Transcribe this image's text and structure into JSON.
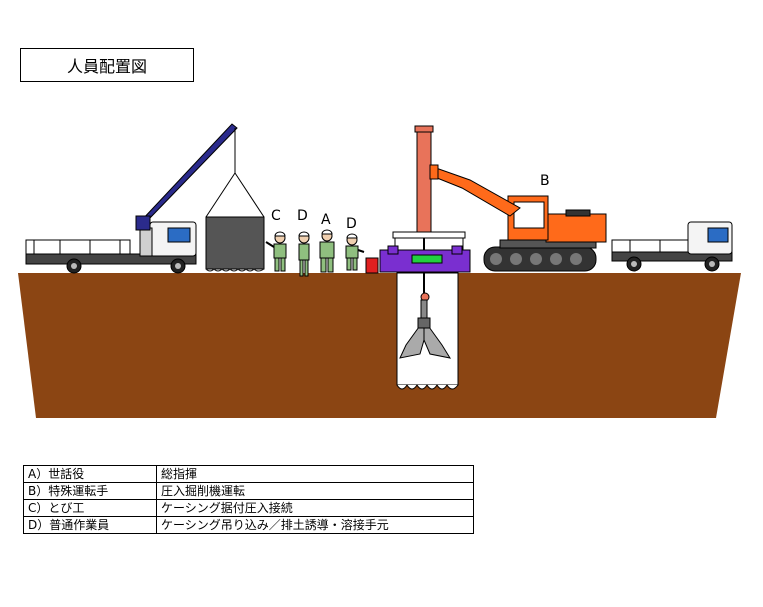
{
  "title": "人員配置図",
  "labels": {
    "c": "C",
    "d1": "D",
    "a": "A",
    "d2": "D",
    "b": "B"
  },
  "roles": [
    {
      "role": "A）世話役",
      "duty": "総指揮"
    },
    {
      "role": "B）特殊運転手",
      "duty": "圧入掘削機運転"
    },
    {
      "role": "C）とび工",
      "duty": "ケーシング据付圧入接続"
    },
    {
      "role": "D）普通作業員",
      "duty": "ケーシング吊り込み／排土誘導・溶接手元"
    }
  ],
  "colors": {
    "ground": "#8b4513",
    "crane_boom": "#2b2b8c",
    "excavator": "#ff6a1a",
    "casing": "#e8735a",
    "machine_base": "#7a2fd0",
    "worker": "#8fbf7f",
    "suspended_load": "#555555"
  }
}
